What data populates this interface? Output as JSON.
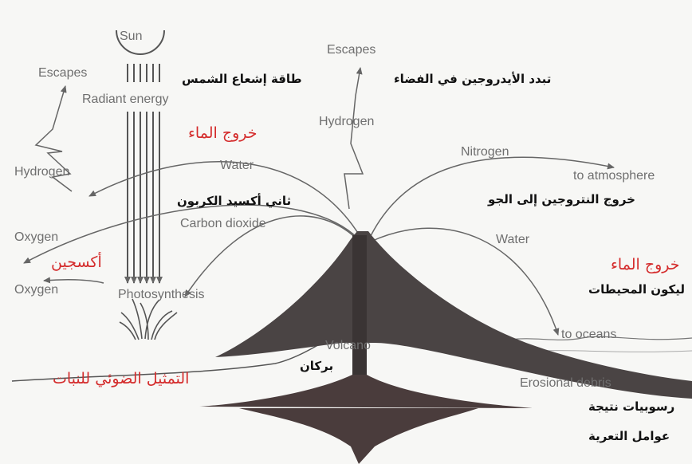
{
  "colors": {
    "background": "#f7f7f5",
    "line": "#666666",
    "volcano": "#4a4444",
    "red_labels": "#d42b2b",
    "black_labels": "#111111"
  },
  "english_labels": {
    "sun": "Sun",
    "escapes_left": "Escapes",
    "radiant_energy": "Radiant energy",
    "hydrogen_left": "Hydrogen",
    "water_top": "Water",
    "oxygen_1": "Oxygen",
    "oxygen_2": "Oxygen",
    "carbon_dioxide": "Carbon dioxide",
    "photosynthesis": "Photosynthesis",
    "escapes_center": "Escapes",
    "hydrogen_center": "Hydrogen",
    "nitrogen": "Nitrogen",
    "to_atmosphere": "to atmosphere",
    "water_right": "Water",
    "to_oceans": "to oceans",
    "volcano": "Volcano",
    "erosional_debris": "Erosional debris"
  },
  "arabic_labels": {
    "solar_radiation_energy": "طاقة إشعاع الشمس",
    "hydrogen_escape": "تبدد الأيدروجين في الفضاء",
    "water_outflow_top": "خروج الماء",
    "carbon_dioxide": "ثاني أكسيد الكربون",
    "nitrogen_outflow": "خروج النتروجين إلى الجو",
    "oxygen": "أكسجين",
    "water_outflow_right": "خروج الماء",
    "to_become_oceans": "ليكون المحيطات",
    "volcano": "بركان",
    "plant_photosynthesis": "التمثيل الضوئي للنبات",
    "debris_line_1": "رسوبيات نتيجة",
    "debris_line_2": "عوامل التعرية"
  }
}
